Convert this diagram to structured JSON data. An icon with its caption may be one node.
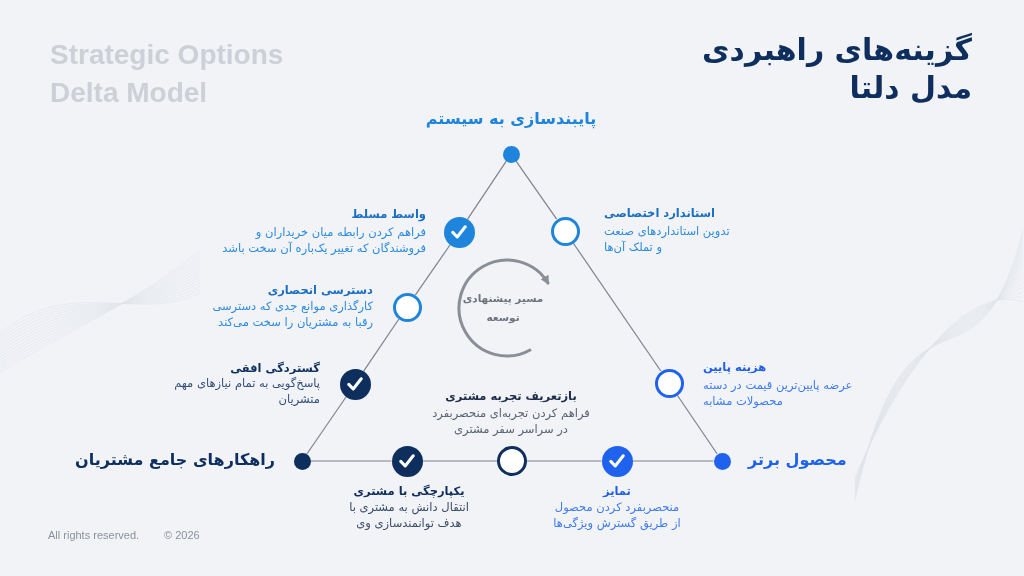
{
  "diagram": {
    "title": "گزینه‌های راهبردی مدل دلتا",
    "nodes": [
      {
        "text": [],
        "shape": "circle",
        "beside": [
          "پایبندسازی به سیستم"
        ]
      },
      {
        "text": [],
        "shape": "circle",
        "beside": [
          "واسط مسلط",
          "فراهم کردن رابطه میان خریداران و فروشندگان که تغییر یک‌باره آن سخت باشد"
        ]
      },
      {
        "text": [],
        "shape": "circle",
        "beside": [
          "استاندارد اختصاصی",
          "تدوین استانداردهای صنعت و تملک آن‌ها"
        ]
      },
      {
        "text": [
          "مسیر پیشنهادی توسعه"
        ]
      },
      {
        "text": [],
        "shape": "circle",
        "beside": [
          "دسترسی انحصاری",
          "کارگذاری موانع جدی که دسترسی رقبا به مشتریان را سخت می‌کند"
        ]
      },
      {
        "text": [],
        "shape": "circle",
        "beside": [
          "گستردگی افقی",
          "پاسخ‌گویی به تمام نیازهای مهم متشریان"
        ]
      },
      {
        "text": [],
        "shape": "circle",
        "beside": [
          "هزینه پایین",
          "عرضه پایین‌ترین قیمت در دسته محصولات مشابه"
        ]
      },
      {
        "text": [],
        "shape": "circle",
        "beside": [
          "بازتعریف تجربه مشتری",
          "فراهم کردن تجربه‌ای منحصربفرد در سراسر سفر مشتری"
        ]
      },
      {
        "text": [],
        "shape": "circle",
        "beside": [
          "راهکارهای جامع مشتریان"
        ]
      },
      {
        "text": [],
        "shape": "circle",
        "beside": [
          "یکپارچگی با مشتری",
          "انتقال دانش به مشتری با هدف توانمندسازی وی"
        ]
      },
      {
        "text": [],
        "shape": "circle",
        "beside": [
          "تمایز",
          "منحصربفرد کردن محصول از طریق گسترش ویژگی‌ها"
        ]
      },
      {
        "text": [],
        "shape": "circle",
        "beside": [
          "محصول برتر"
        ]
      }
    ],
    "edges": [
      {
        "from": 0,
        "to": 1,
        "arrow": "none"
      },
      {
        "from": 1,
        "to": 4,
        "arrow": "none"
      },
      {
        "from": 4,
        "to": 5,
        "arrow": "none"
      },
      {
        "from": 5,
        "to": 8,
        "arrow": "none"
      },
      {
        "from": 8,
        "to": 9,
        "arrow": "none"
      },
      {
        "from": 9,
        "to": 7,
        "arrow": "none"
      },
      {
        "from": 7,
        "to": 10,
        "arrow": "none"
      },
      {
        "from": 10,
        "to": 11,
        "arrow": "none"
      },
      {
        "from": 11,
        "to": 6,
        "arrow": "none"
      },
      {
        "from": 6,
        "to": 2,
        "arrow": "none"
      },
      {
        "from": 2,
        "to": 0,
        "arrow": "none"
      }
    ],
    "labels": [
      "Strategic Options Delta Model",
      "All rights reserved.",
      "© 2026"
    ]
  }
}
